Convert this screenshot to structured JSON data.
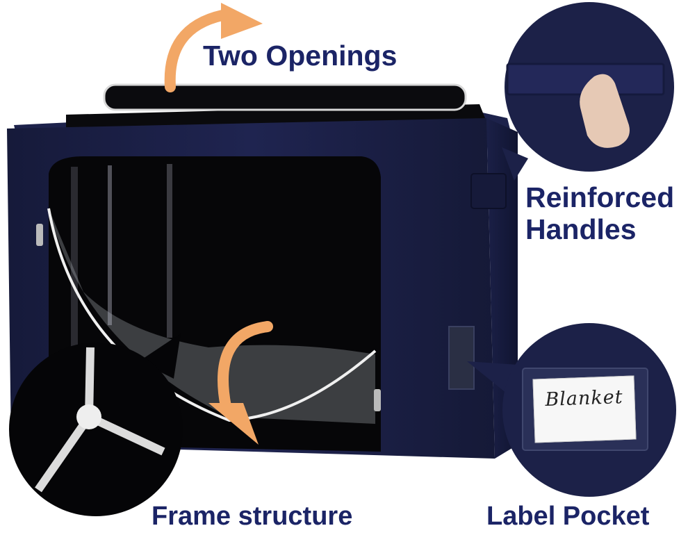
{
  "captions": {
    "two_openings": "Two Openings",
    "handles_line1": "Reinforced",
    "handles_line2": "Handles",
    "frame": "Frame structure",
    "label_pocket": "Label Pocket"
  },
  "label_card_text": "Blanket",
  "colors": {
    "fabric": "#1c2148",
    "fabric_dark": "#12162f",
    "interior": "#050506",
    "caption_text": "#1b2466",
    "arrow": "#f2a766"
  }
}
